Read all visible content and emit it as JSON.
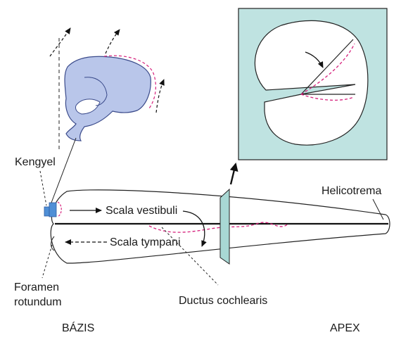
{
  "labels": {
    "stapes": "Kengyel",
    "helicotrema": "Helicotrema",
    "scala_vestibuli": "Scala vestibuli",
    "scala_tympani": "Scala tympani",
    "foramen_line1": "Foramen",
    "foramen_line2": "rotundum",
    "ductus": "Ductus cochlearis",
    "basis": "BÁZIS",
    "apex": "APEX"
  },
  "colors": {
    "inset_background": "#bfe3e1",
    "stapes_fill": "#b9c6ea",
    "stapes_outline": "#3a4a8a",
    "membrane_dashed": "#d6217c",
    "window_blue": "#4f8fd6",
    "section_plate": "#a8d8d4"
  }
}
